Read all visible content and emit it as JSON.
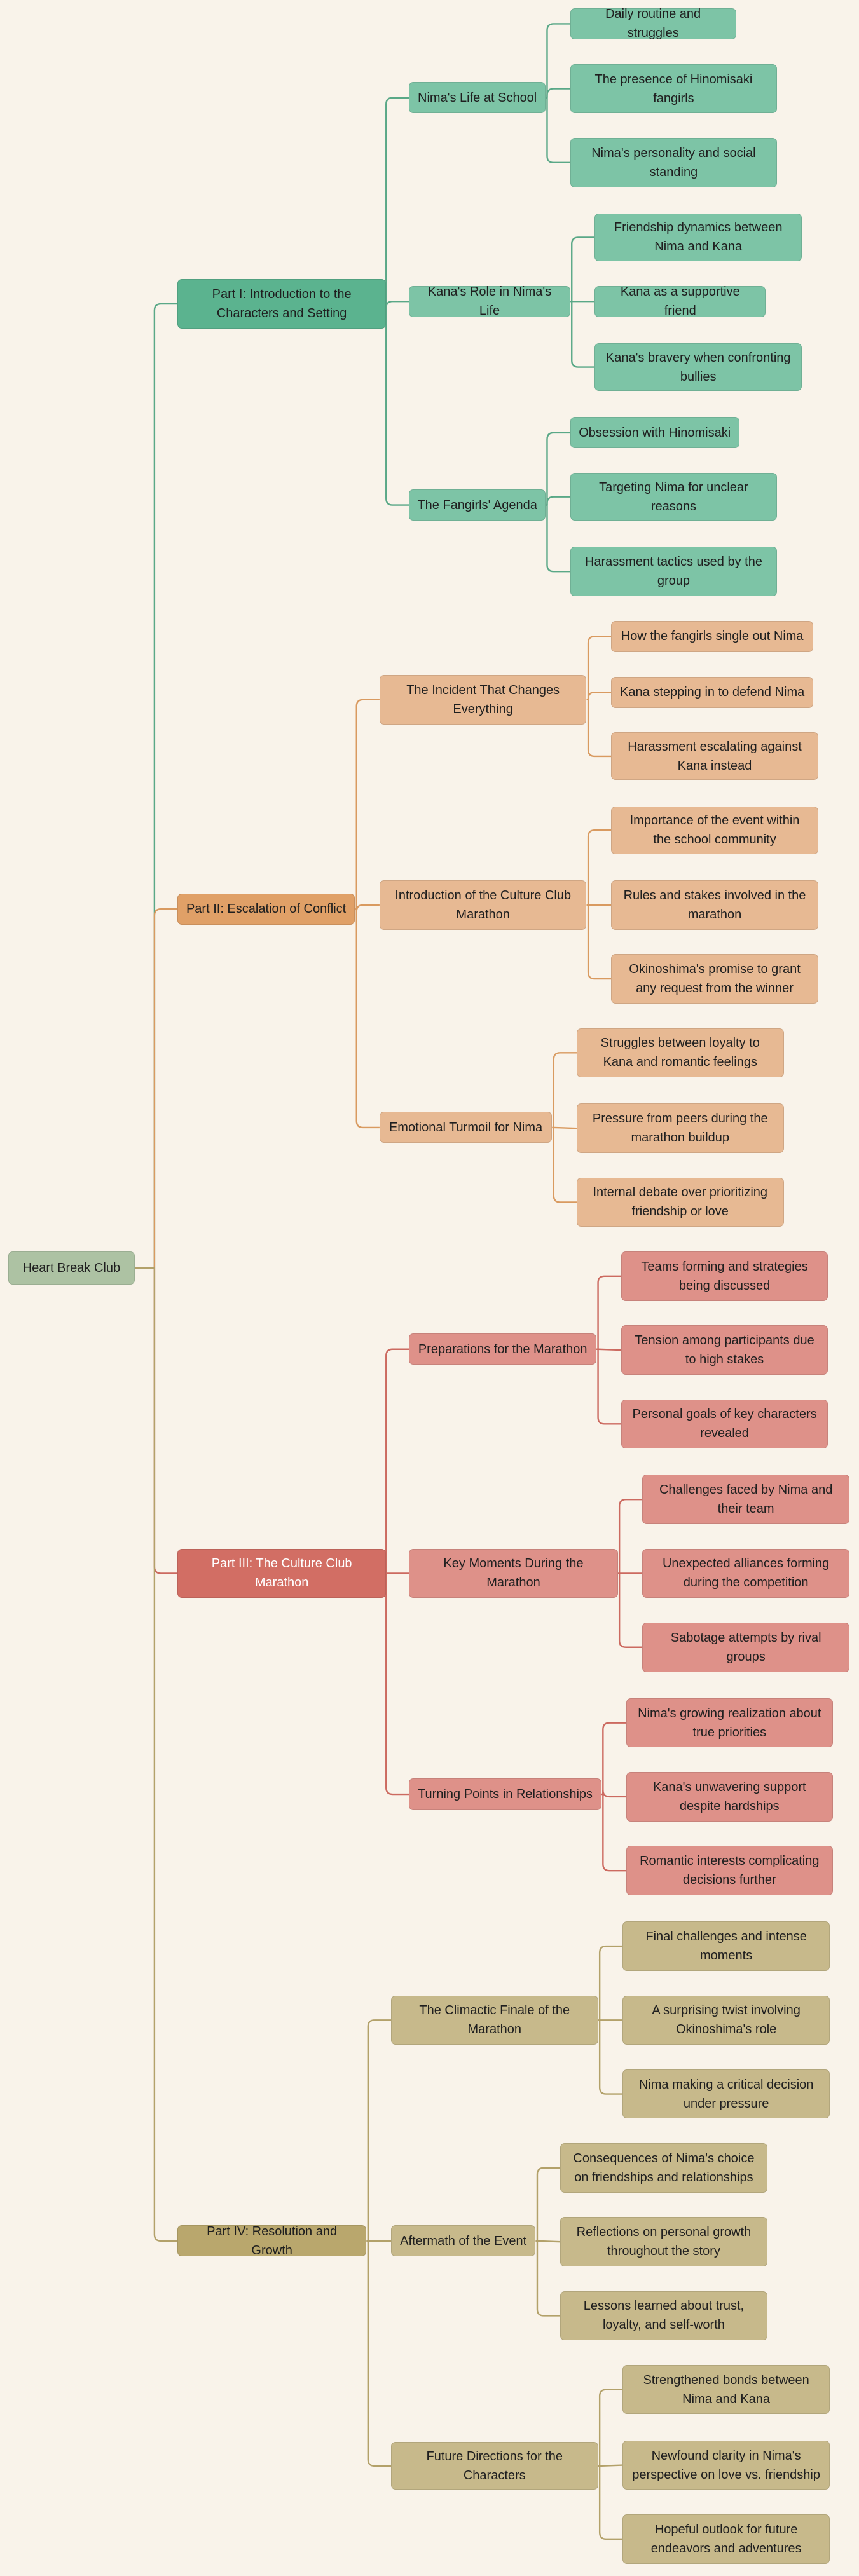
{
  "root": {
    "label": "Heart Break Club"
  },
  "colors": {
    "p1": "#5bb38f",
    "p2": "#e0a067",
    "p3": "#d26e64",
    "p4": "#b9a76d",
    "edge_p1": "#5aa887",
    "edge_p2": "#d99a60",
    "edge_p3": "#cc6a60",
    "edge_p4": "#b3a16a"
  },
  "parts": [
    {
      "label": "Part I: Introduction to the Characters and Setting",
      "topics": [
        {
          "label": "Nima's Life at School",
          "items": [
            "Daily routine and struggles",
            "The presence of Hinomisaki fangirls",
            "Nima's personality and social standing"
          ]
        },
        {
          "label": "Kana's Role in Nima's Life",
          "items": [
            "Friendship dynamics between Nima and Kana",
            "Kana as a supportive friend",
            "Kana's bravery when confronting bullies"
          ]
        },
        {
          "label": "The Fangirls' Agenda",
          "items": [
            "Obsession with Hinomisaki",
            "Targeting Nima for unclear reasons",
            "Harassment tactics used by the group"
          ]
        }
      ]
    },
    {
      "label": "Part II: Escalation of Conflict",
      "topics": [
        {
          "label": "The Incident That Changes Everything",
          "items": [
            "How the fangirls single out Nima",
            "Kana stepping in to defend Nima",
            "Harassment escalating against Kana instead"
          ]
        },
        {
          "label": "Introduction of the Culture Club Marathon",
          "items": [
            "Importance of the event within the school community",
            "Rules and stakes involved in the marathon",
            "Okinoshima's promise to grant any request from the winner"
          ]
        },
        {
          "label": "Emotional Turmoil for Nima",
          "items": [
            "Struggles between loyalty to Kana and romantic feelings",
            "Pressure from peers during the marathon buildup",
            "Internal debate over prioritizing friendship or love"
          ]
        }
      ]
    },
    {
      "label": "Part III: The Culture Club Marathon",
      "topics": [
        {
          "label": "Preparations for the Marathon",
          "items": [
            "Teams forming and strategies being discussed",
            "Tension among participants due to high stakes",
            "Personal goals of key characters revealed"
          ]
        },
        {
          "label": "Key Moments During the Marathon",
          "items": [
            "Challenges faced by Nima and their team",
            "Unexpected alliances forming during the competition",
            "Sabotage attempts by rival groups"
          ]
        },
        {
          "label": "Turning Points in Relationships",
          "items": [
            "Nima's growing realization about true priorities",
            "Kana's unwavering support despite hardships",
            "Romantic interests complicating decisions further"
          ]
        }
      ]
    },
    {
      "label": "Part IV: Resolution and Growth",
      "topics": [
        {
          "label": "The Climactic Finale of the Marathon",
          "items": [
            "Final challenges and intense moments",
            "A surprising twist involving Okinoshima's role",
            "Nima making a critical decision under pressure"
          ]
        },
        {
          "label": "Aftermath of the Event",
          "items": [
            "Consequences of Nima's choice on friendships and relationships",
            "Reflections on personal growth throughout the story",
            "Lessons learned about trust, loyalty, and self-worth"
          ]
        },
        {
          "label": "Future Directions for the Characters",
          "items": [
            "Strengthened bonds between Nima and Kana",
            "Newfound clarity in Nima's perspective on love vs. friendship",
            "Hopeful outlook for future endeavors and adventures"
          ]
        }
      ]
    }
  ]
}
